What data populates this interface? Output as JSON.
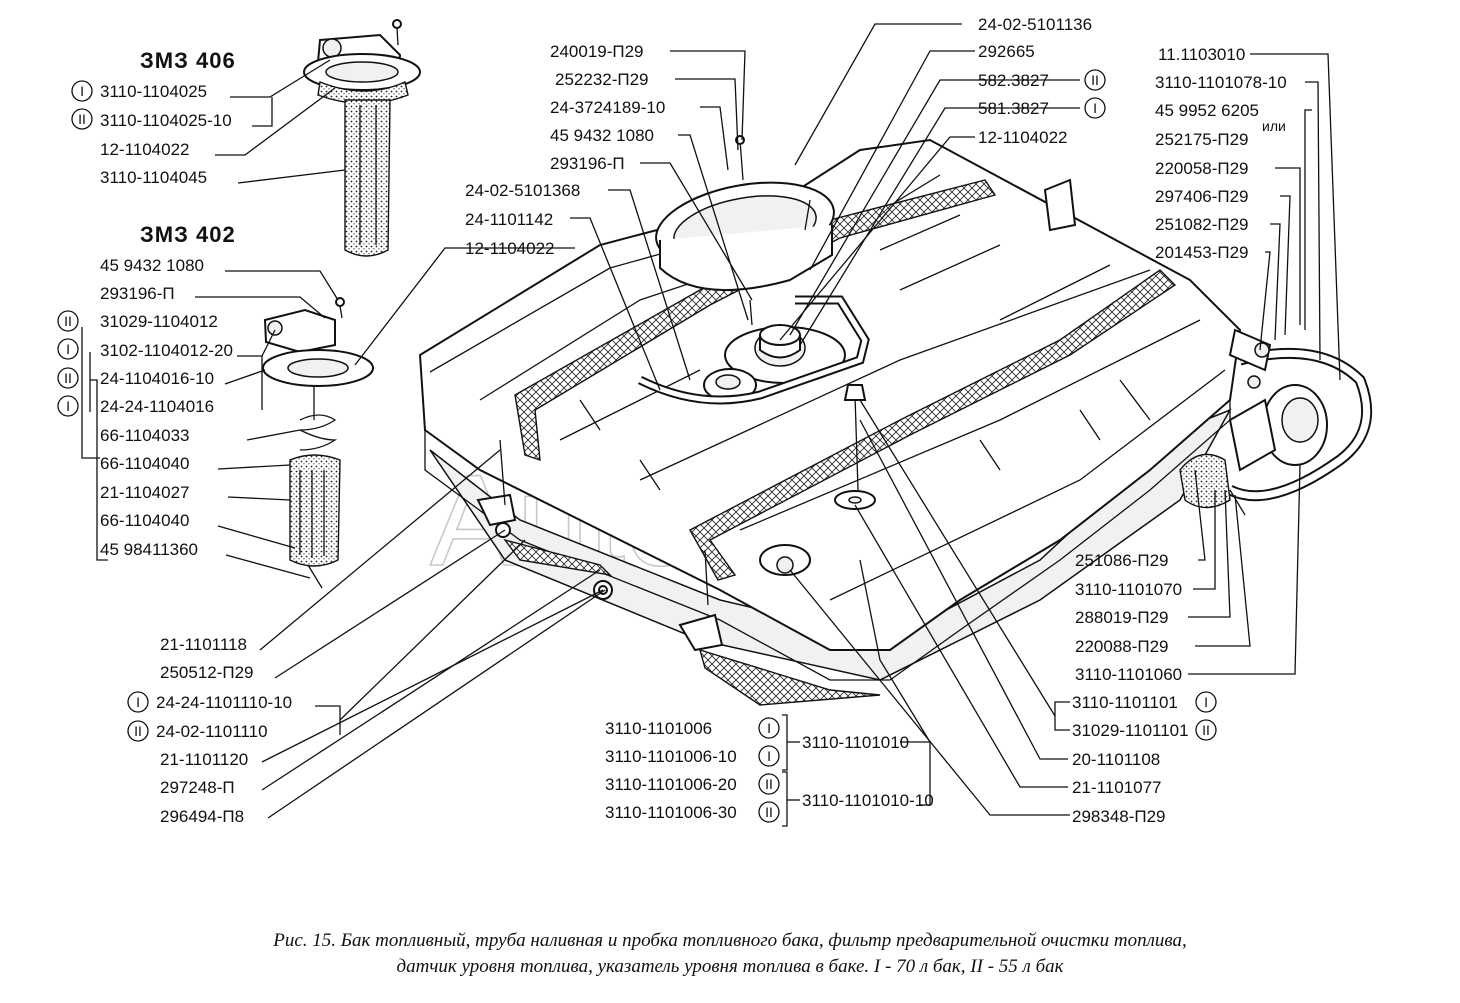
{
  "headings": {
    "zmz406": "ЗМЗ 406",
    "zmz402": "ЗМЗ 402"
  },
  "numerals": {
    "one": "I",
    "two": "II"
  },
  "watermark": "AutoSoft",
  "ili": "или",
  "labels": {
    "l01": "3110-1104025",
    "l02": "3110-1104025-10",
    "l03": "12-1104022",
    "l04": "3110-1104045",
    "l05": "45 9432 1080",
    "l06": "293196-П",
    "l07": "31029-1104012",
    "l08": "3102-1104012-20",
    "l09": "24-1104016-10",
    "l10": "24-24-1104016",
    "l11": "66-1104033",
    "l12": "66-1104040",
    "l13": "21-1104027",
    "l14": "66-1104040",
    "l15": "45 98411360",
    "l16": "21-1101118",
    "l17": "250512-П29",
    "l18": "24-24-1101110-10",
    "l19": "24-02-1101110",
    "l20": "21-1101120",
    "l21": "297248-П",
    "l22": "296494-П8",
    "l23": "240019-П29",
    "l24": "252232-П29",
    "l25": "24-3724189-10",
    "l26": "45 9432 1080",
    "l27": "293196-П",
    "l28": "24-02-5101368",
    "l29": "24-1101142",
    "l30": "12-1104022",
    "l31": "24-02-5101136",
    "l32": "292665",
    "l33": "582.3827",
    "l34": "581.3827",
    "l35": "12-1104022",
    "l36": "11.1103010",
    "l37": "3110-1101078-10",
    "l38": "45 9952 6205",
    "l39": "252175-П29",
    "l40": "220058-П29",
    "l41": "297406-П29",
    "l42": "251082-П29",
    "l43": "201453-П29",
    "l44": "251086-П29",
    "l45": "3110-1101070",
    "l46": "288019-П29",
    "l47": "220088-П29",
    "l48": "3110-1101060",
    "l49": "3110-1101101",
    "l50": "31029-1101101",
    "l51": "20-1101108",
    "l52": "21-1101077",
    "l53": "298348-П29",
    "l54": "3110-1101006",
    "l55": "3110-1101006-10",
    "l56": "3110-1101006-20",
    "l57": "3110-1101006-30",
    "l58": "3110-1101010",
    "l59": "3110-1101010-10"
  },
  "caption": {
    "line1": "Рис. 15. Бак топливный, труба наливная и пробка топливного бака, фильтр предварительной очистки топлива,",
    "line2": "датчик уровня топлива, указатель уровня топлива в баке. I - 70 л бак, II - 55 л бак"
  }
}
